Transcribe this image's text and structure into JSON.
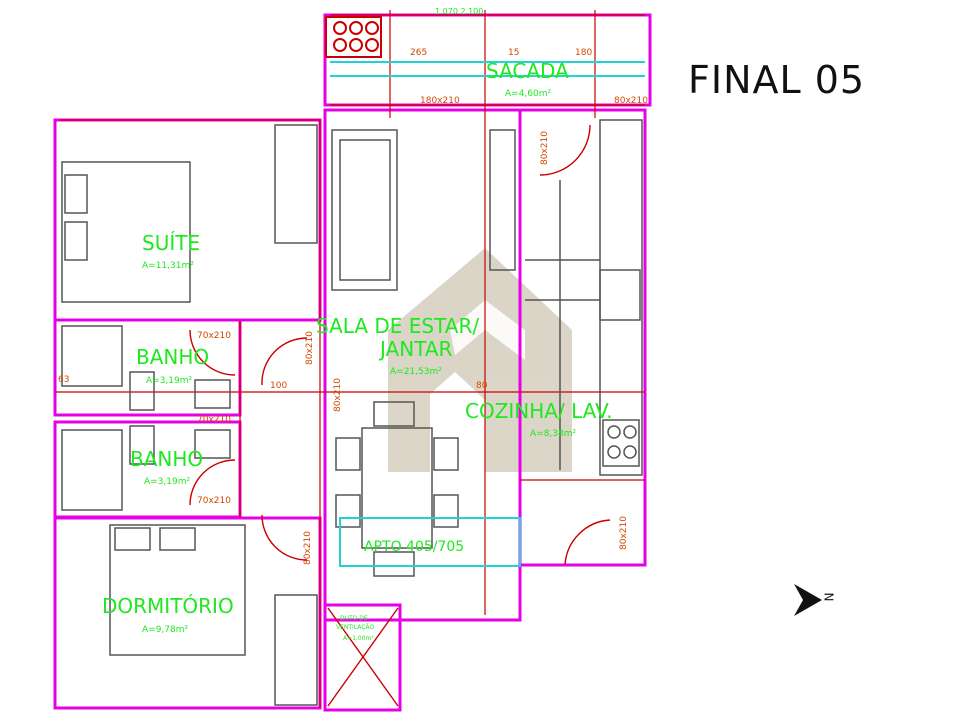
{
  "title": "FINAL 05",
  "north_letter": "N",
  "colors": {
    "wall": "#e600e6",
    "wall_dark": "#b0006e",
    "red_line": "#cc0000",
    "room_label": "#1ee81e",
    "dim_label": "#d24a00",
    "furniture": "#555555",
    "cyan": "#22d3d3",
    "watermark": "#a89878"
  },
  "rooms": [
    {
      "key": "sacada",
      "name": "SACADA",
      "area": "A=4,60m²"
    },
    {
      "key": "suite",
      "name": "SUÍTE",
      "area": "A=11,31m²"
    },
    {
      "key": "sala",
      "name_line1": "SALA DE ESTAR/",
      "name_line2": "JANTAR",
      "area": "A=21,53m²"
    },
    {
      "key": "banho1",
      "name": "BANHO",
      "area": "A=3,19m²"
    },
    {
      "key": "banho2",
      "name": "BANHO",
      "area": "A=3,19m²"
    },
    {
      "key": "cozinha",
      "name": "COZINHA/ LAV.",
      "area": "A=8,38m²"
    },
    {
      "key": "dormitorio",
      "name": "DORMITÓRIO",
      "area": "A=9,78m²"
    },
    {
      "key": "duto",
      "name_line1": "DUTO DE",
      "name_line2": "VENTILAÇÃO",
      "area": "A=1,00m²"
    }
  ],
  "apartment_label": "APTO 405/705",
  "dimensions": {
    "sacada_window": "180x210",
    "sacada_side": "80x210",
    "sacada_top_left": "265",
    "sacada_top_mid": "15",
    "sacada_top_right": "180",
    "top_strip": "1.070  2.100",
    "living_door": "80x210",
    "suite_door": "70x210",
    "banho_door1": "70x210",
    "banho_door2": "70x210",
    "hall_door1": "80x210",
    "hall_door2": "80x210",
    "dorm_door": "80x210",
    "kitchen_door": "80x210",
    "hall_width": "100",
    "small_dim": "63",
    "kitchen_dim": "80"
  }
}
